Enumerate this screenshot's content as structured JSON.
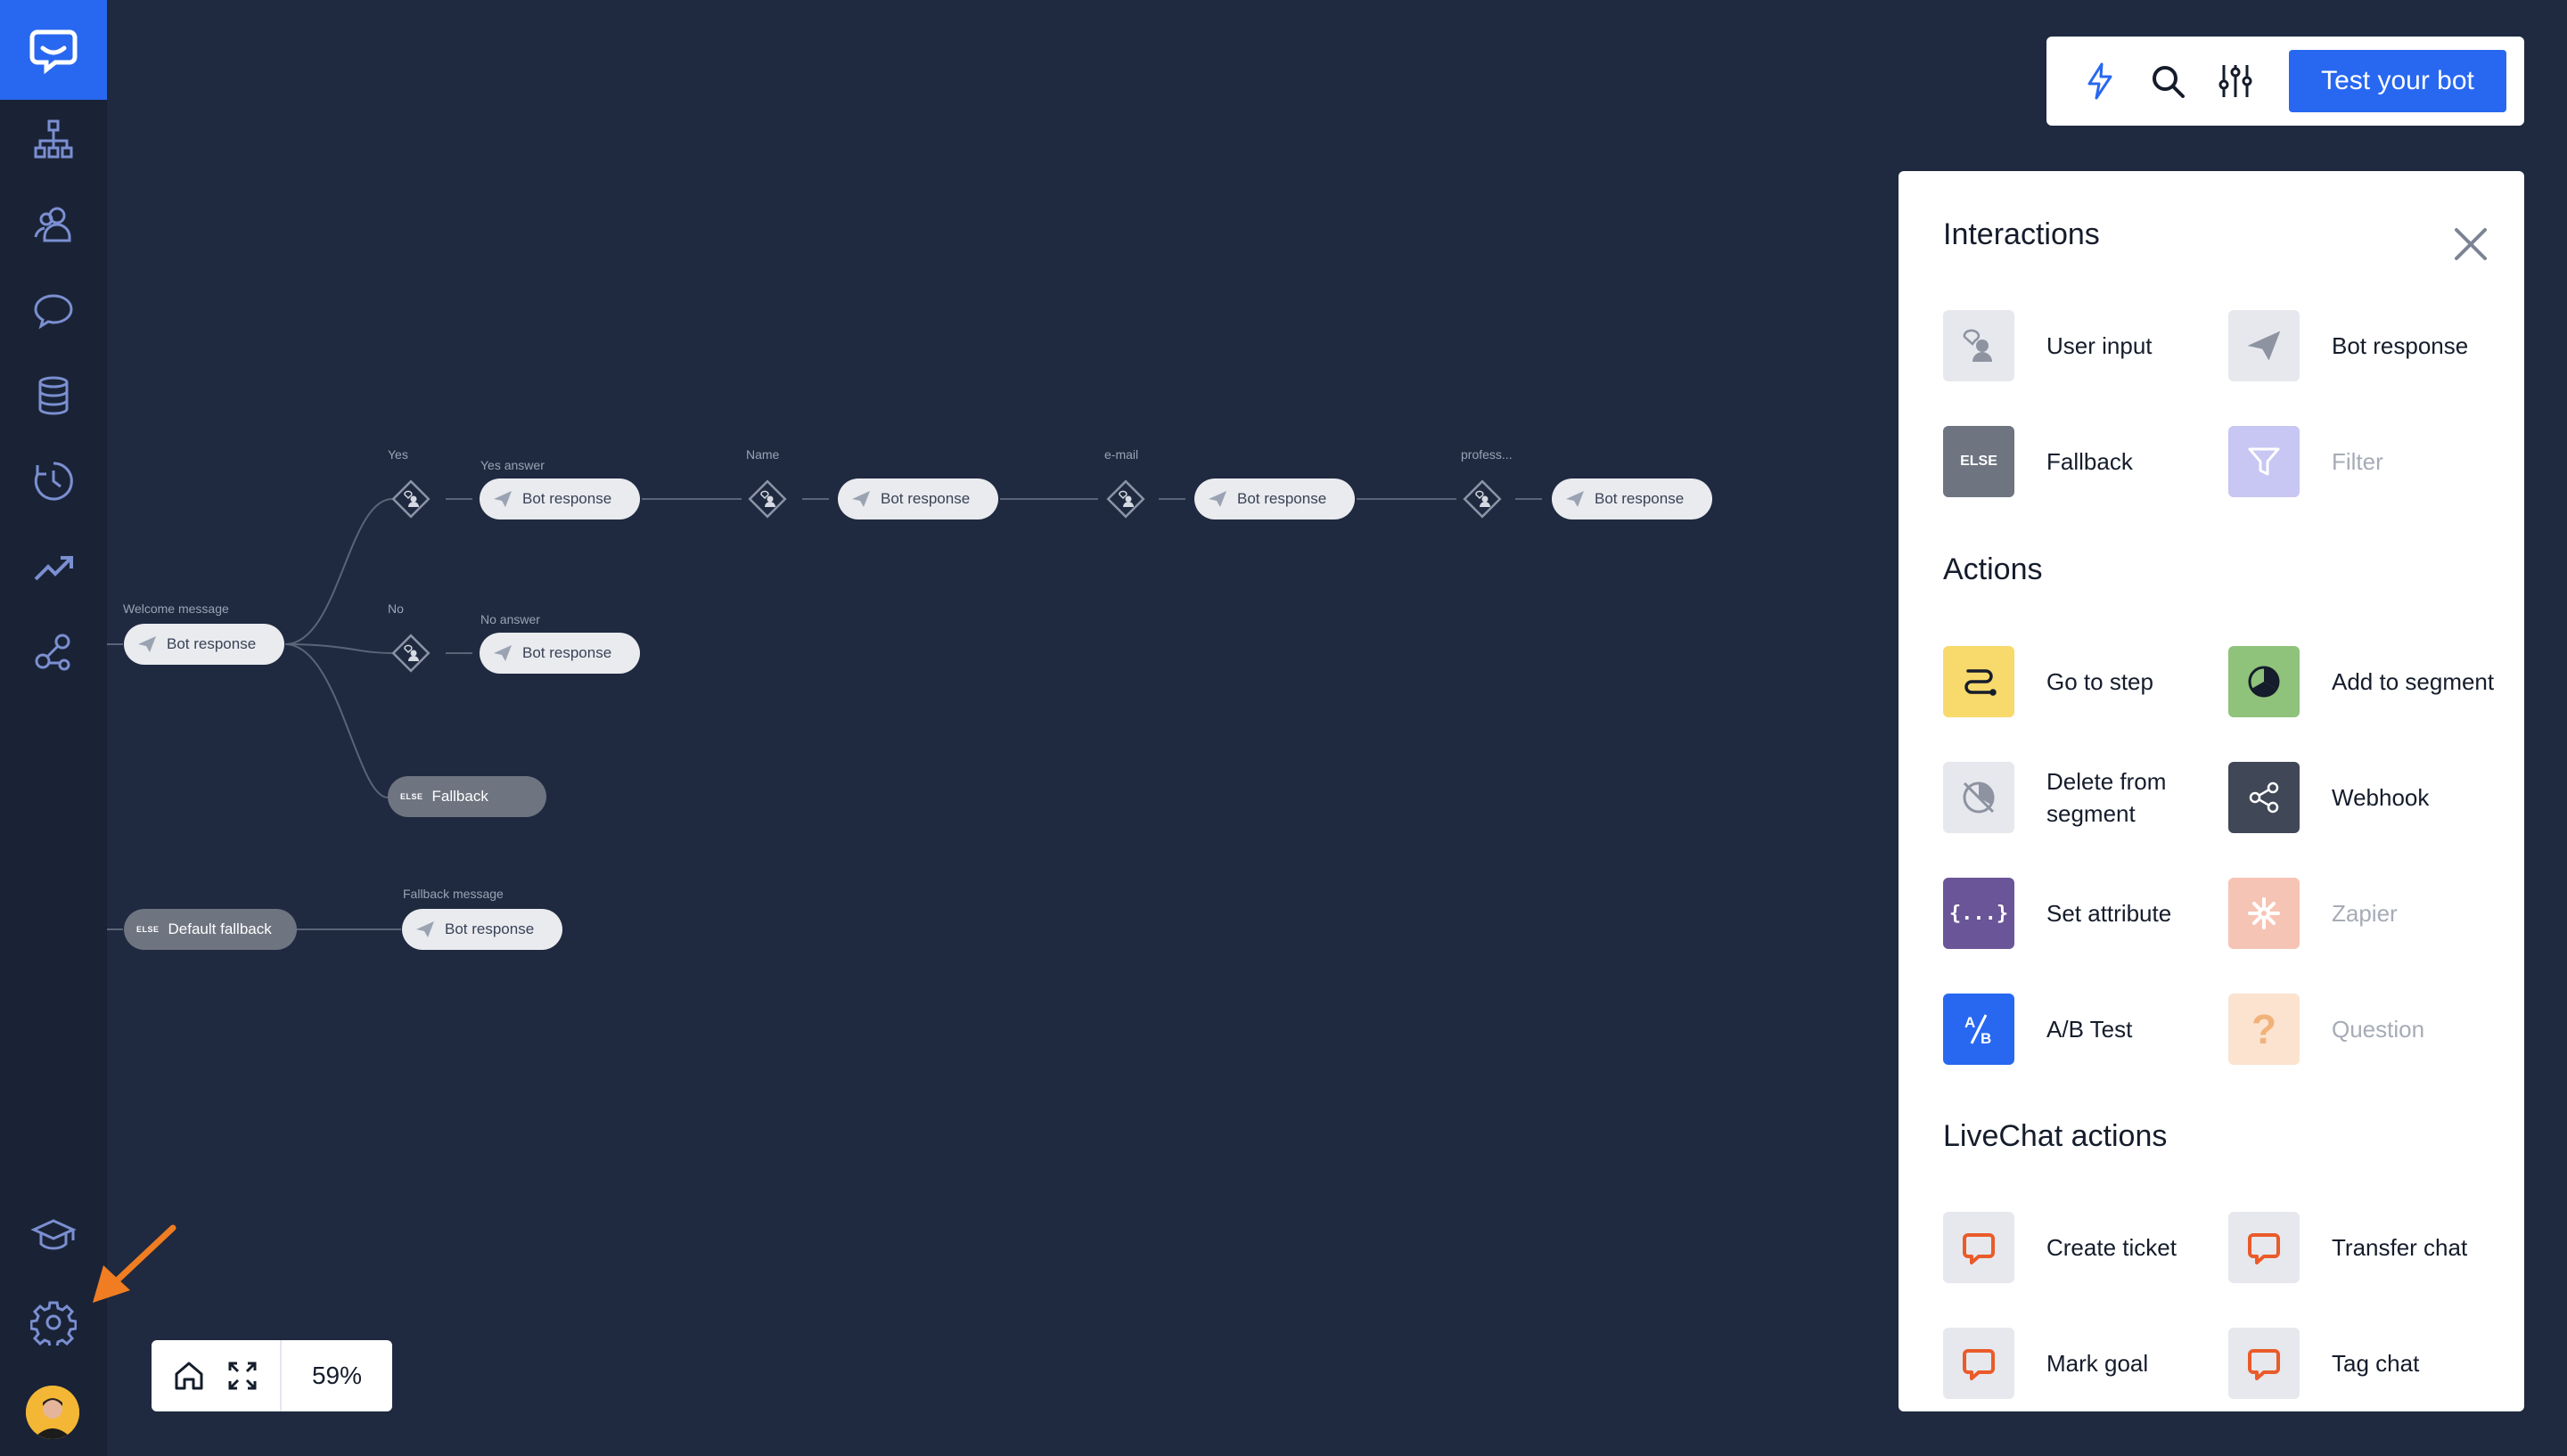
{
  "toolbar": {
    "test_button": "Test your bot",
    "icons": [
      "lightning-icon",
      "search-icon",
      "sliders-icon"
    ]
  },
  "sidebar": {
    "icons": [
      "logo-chat-icon",
      "flow-icon",
      "users-icon",
      "chat-bubble-icon",
      "database-icon",
      "history-icon",
      "trend-icon",
      "integrations-icon",
      "academy-icon",
      "settings-icon"
    ]
  },
  "flow": {
    "labels": {
      "yes": "Yes",
      "yes_answer": "Yes answer",
      "name": "Name",
      "email": "e-mail",
      "profess": "profess...",
      "welcome": "Welcome message",
      "no": "No",
      "no_answer": "No answer",
      "fallback_message": "Fallback message"
    },
    "bot_response": "Bot response",
    "fallback": "Fallback",
    "default_fallback": "Default fallback",
    "else_tag": "ELSE"
  },
  "panel": {
    "interactions_title": "Interactions",
    "actions_title": "Actions",
    "livechat_title": "LiveChat actions",
    "interactions": [
      {
        "label": "User input",
        "icon": "user-input-icon",
        "color": "#e6e8ed"
      },
      {
        "label": "Bot response",
        "icon": "paper-plane-icon",
        "color": "#e6e8ed"
      },
      {
        "label": "Fallback",
        "icon": "else-icon",
        "color": "#6e7480"
      },
      {
        "label": "Filter",
        "icon": "filter-icon",
        "color": "#c8c6f2"
      }
    ],
    "actions": [
      {
        "label": "Go to step",
        "icon": "route-icon",
        "color": "#f8d96b"
      },
      {
        "label": "Add to segment",
        "icon": "pie-icon",
        "color": "#8fc27a"
      },
      {
        "label": "Delete from segment",
        "icon": "pie-crossed-icon",
        "color": "#e6e8ed"
      },
      {
        "label": "Webhook",
        "icon": "share-icon",
        "color": "#404756"
      },
      {
        "label": "Set attribute",
        "icon": "braces-icon",
        "color": "#6a5598"
      },
      {
        "label": "Zapier",
        "icon": "zapier-icon",
        "color": "#f6c4b4"
      },
      {
        "label": "A/B Test",
        "icon": "ab-test-icon",
        "color": "#2868f0"
      },
      {
        "label": "Question",
        "icon": "question-icon",
        "color": "#fbe3cf"
      }
    ],
    "livechat_actions": [
      {
        "label": "Create ticket",
        "icon": "livechat-icon",
        "color": "#e6e8ed"
      },
      {
        "label": "Transfer chat",
        "icon": "livechat-icon",
        "color": "#e6e8ed"
      },
      {
        "label": "Mark goal",
        "icon": "livechat-icon",
        "color": "#e6e8ed"
      },
      {
        "label": "Tag chat",
        "icon": "livechat-icon",
        "color": "#e6e8ed"
      }
    ]
  },
  "zoom": {
    "value": "59%",
    "icons": [
      "home-icon",
      "fit-screen-icon"
    ]
  },
  "colors": {
    "background": "#1f2a40",
    "rail": "#1a2336",
    "accent": "#2868f0",
    "highlight_arrow": "#f07d22"
  }
}
